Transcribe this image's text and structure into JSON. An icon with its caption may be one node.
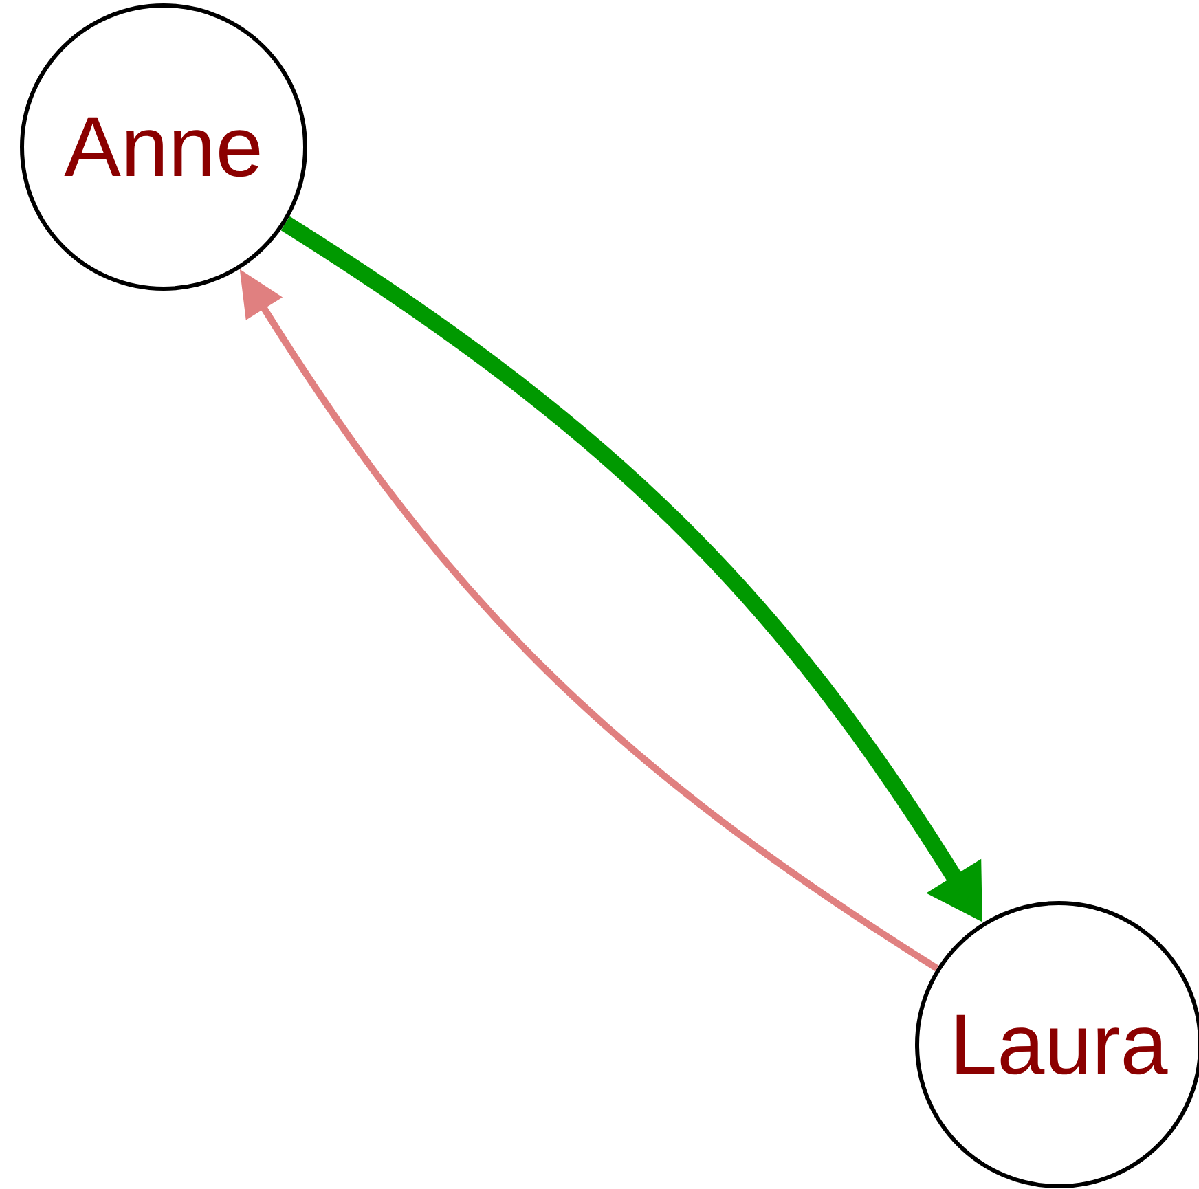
{
  "diagram": {
    "nodes": [
      {
        "text": [
          "Anne"
        ]
      },
      {
        "text": [
          "Laura"
        ]
      }
    ],
    "edges": [
      {
        "from": 0,
        "to": 1,
        "arrow": "to",
        "style": "thick",
        "color": "#009900"
      },
      {
        "from": 1,
        "to": 0,
        "arrow": "to",
        "color": "#e08080"
      }
    ]
  }
}
